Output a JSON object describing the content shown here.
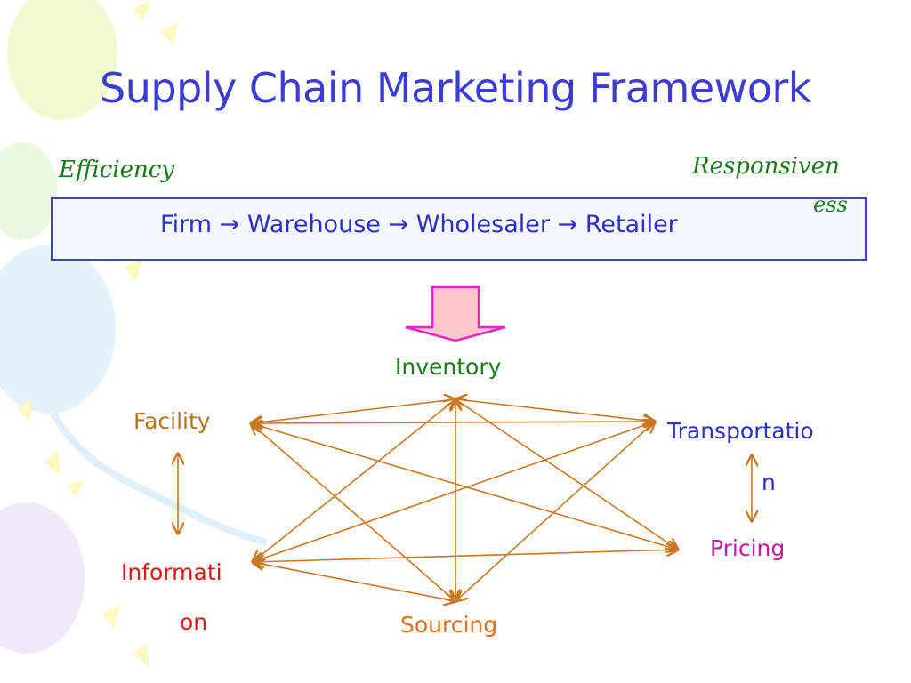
{
  "slide": {
    "title": "Supply Chain Marketing Framework",
    "efficiency_label": "Efficiency",
    "responsiveness_label": "Responsiveness",
    "chain": {
      "steps": [
        "Firm",
        "Warehouse",
        "Wholesaler",
        "Retailer"
      ],
      "arrow": "→"
    }
  },
  "diagram": {
    "nodes": {
      "inventory": "Inventory",
      "facility": "Facility",
      "transportation": "Transportation",
      "information": "Information",
      "pricing": "Pricing",
      "sourcing": "Sourcing"
    },
    "colors": {
      "title": "#3b3bd6",
      "edge": "#c87820",
      "arrow_fill": "#ffc8cc",
      "arrow_stroke": "#ee22cc",
      "inventory": "#1a7a1a",
      "facility": "#b8741a",
      "transportation": "#2f2fc8",
      "information": "#e01818",
      "pricing": "#c21aa8",
      "sourcing": "#e0701a"
    }
  }
}
